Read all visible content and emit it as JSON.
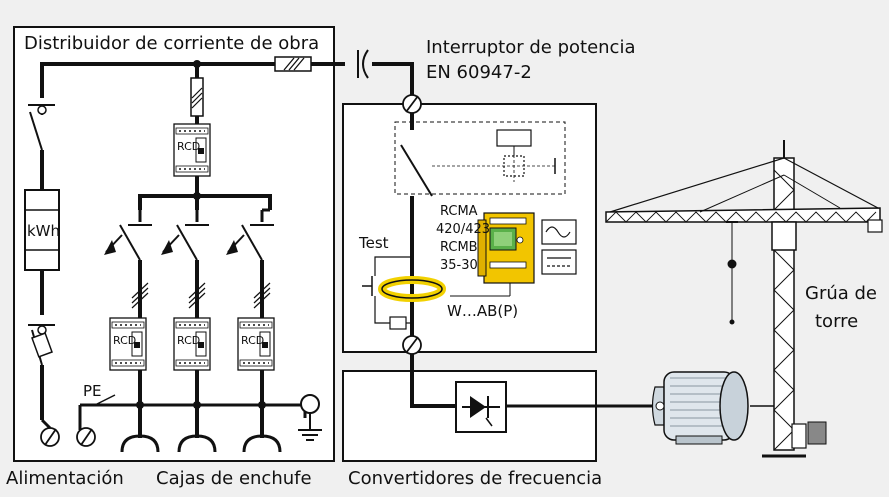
{
  "labels": {
    "distribuidor": "Distribuidor de corriente de obra",
    "interruptor_line1": "Interruptor de potencia",
    "interruptor_line2": "EN 60947-2",
    "kwh": "kWh",
    "rcd": "RCD",
    "test": "Test",
    "rcma_1": "RCMA",
    "rcma_2": "420/423",
    "rcma_3": "RCMB",
    "rcma_4": "35-30",
    "w_ab": "W…AB(P)",
    "pe": "PE",
    "grua_1": "Grúa de",
    "grua_2": "torre",
    "alimentacion": "Alimentación",
    "cajas": "Cajas de enchufe",
    "convertidores": "Convertidores de frecuencia"
  },
  "colors": {
    "background": "#f0f0f0",
    "line": "#111111",
    "device_yellow": "#f2c500",
    "sensor_ring": "#f2d100",
    "motor_blue": "#dfe6ec"
  }
}
